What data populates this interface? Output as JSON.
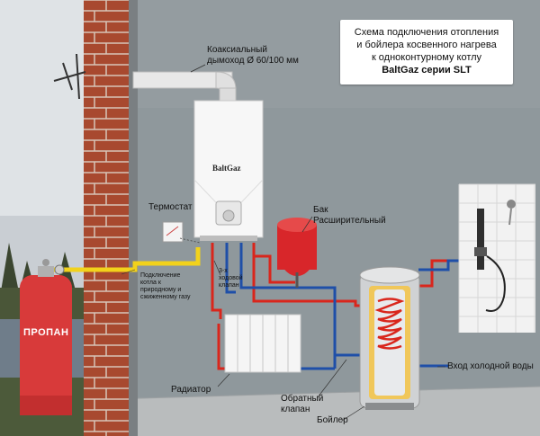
{
  "title": {
    "lines": [
      "Схема подключения отопления",
      "и бойлера косвенного нагрева",
      "к одноконтурному котлу",
      "BaltGaz серии SLT"
    ]
  },
  "labels": {
    "chimney": [
      "Коаксиальный",
      "дымоход Ø 60/100 мм"
    ],
    "thermostat": "Термостат",
    "expansion_tank": [
      "Бак",
      "Расширительный"
    ],
    "gas_connection": [
      "Подключение",
      "котла к",
      "природному и",
      "сжиженному газу"
    ],
    "valve_3way": [
      "3-х",
      "ходовой",
      "клапан"
    ],
    "radiator": "Радиатор",
    "check_valve": [
      "Обратный",
      "клапан"
    ],
    "boiler": "Бойлер",
    "cold_water": "Вход холодной воды",
    "propane": "ПРОПАН",
    "brand": "BaltGaz"
  },
  "colors": {
    "wall": "#8e979b",
    "brick": "#a8492f",
    "gas_pipe": "#f2d21b",
    "hot_pipe": "#d9261c",
    "cold_pipe": "#1f4fa8",
    "cylinder": "#d83a3a",
    "floor": "#b9bcbd"
  }
}
